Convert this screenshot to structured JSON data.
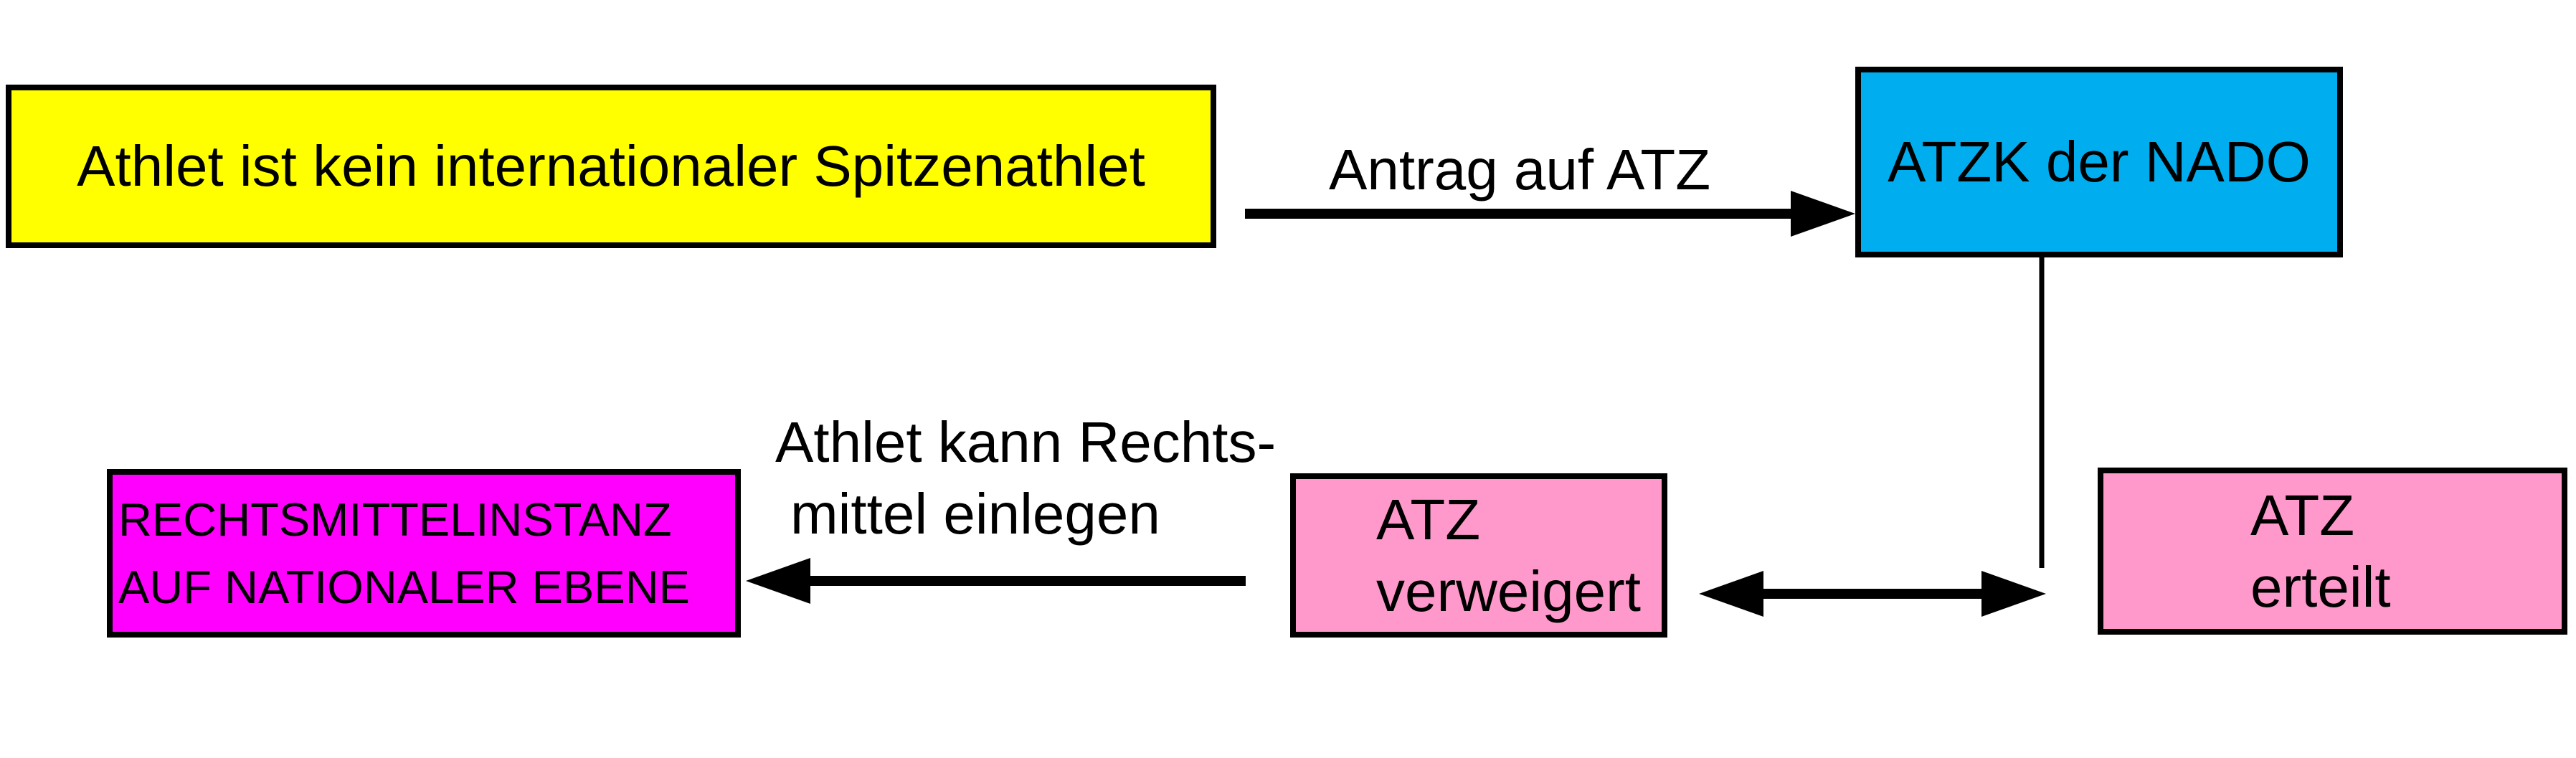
{
  "page": {
    "background": "#FFFFFF"
  },
  "colors": {
    "node_border": "#000000",
    "connector": "#000000",
    "yellow": "#FFFF00",
    "cyan": "#00AEEF",
    "magenta": "#FF00FF",
    "pink": "#FF99CC"
  },
  "nodes": {
    "athlete": {
      "text": "Athlet ist kein internationaler Spitzenathlet",
      "fill": "#FFFF00"
    },
    "atzk": {
      "text": "ATZK der NADO",
      "fill": "#00AEEF"
    },
    "rechtsmittelinstanz": {
      "line1": "RECHTSMITTELINSTANZ",
      "line2": "AUF NATIONALER EBENE",
      "fill": "#FF00FF"
    },
    "atz_verweigert": {
      "line1": "ATZ",
      "line2": "verweigert",
      "fill": "#FF99CC"
    },
    "atz_erteilt": {
      "line1": "ATZ",
      "line2": "erteilt",
      "fill": "#FF99CC"
    }
  },
  "edge_labels": {
    "antrag": {
      "text": "Antrag auf ATZ"
    },
    "rechtsmittel": {
      "line1": "Athlet kann Rechts-",
      "line2": "mittel einlegen"
    }
  }
}
